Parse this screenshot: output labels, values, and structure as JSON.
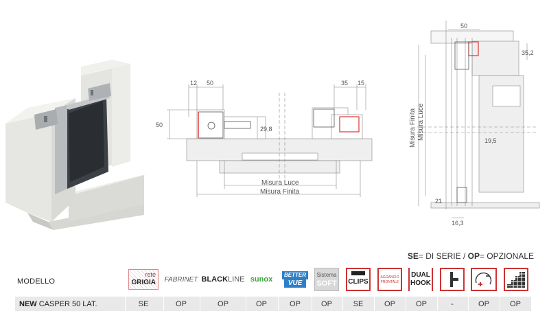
{
  "drawing": {
    "plan": {
      "dims_top_left": [
        "12",
        "50"
      ],
      "dims_top_right": [
        "35",
        "15"
      ],
      "dim_left": "50",
      "dim_inner": "29,8",
      "label_luce": "Misura Luce",
      "label_finita": "Misura Finita"
    },
    "section": {
      "dim_top": "50",
      "dim_right": "35,2",
      "dim_mid": "19,5",
      "dim_bottom_left": "21",
      "dim_bottom": "16,3",
      "label_finita": "Misura Finita",
      "label_luce": "Misura Luce"
    }
  },
  "legend": {
    "se_abbr": "SE",
    "se_text": "= DI SERIE / ",
    "op_abbr": "OP",
    "op_text": "= OPZIONALE"
  },
  "table": {
    "header_label": "MODELLO",
    "row_label_strong": "NEW",
    "row_label_rest": " CASPER 50 LAT.",
    "icons": [
      {
        "name": "rete-grigia-icon",
        "line1": "rete",
        "line2": "GRIGIA"
      },
      {
        "name": "fabrinet-icon",
        "text": "FABRINET"
      },
      {
        "name": "blackline-icon",
        "strong": "BLACK",
        "rest": "LINE"
      },
      {
        "name": "sunox-icon",
        "text": "sunox"
      },
      {
        "name": "bettervue-icon",
        "line1": "BETTER",
        "line2": "VUE"
      },
      {
        "name": "sistema-soft-icon",
        "line1": "Sistema",
        "line2": "SOFT"
      },
      {
        "name": "clips-icon",
        "text": "CLIPS"
      },
      {
        "name": "aggancio-frontale-icon",
        "line1": "AGGANCIO",
        "line2": "FRONTALE"
      },
      {
        "name": "dual-hook-icon",
        "line1": "DUAL",
        "line2": "HOOK"
      },
      {
        "name": "handle-icon"
      },
      {
        "name": "plus-rotation-icon"
      },
      {
        "name": "steps-pattern-icon"
      }
    ],
    "values": [
      "SE",
      "OP",
      "OP",
      "OP",
      "OP",
      "OP",
      "SE",
      "OP",
      "OP",
      "-",
      "OP",
      "OP"
    ]
  }
}
